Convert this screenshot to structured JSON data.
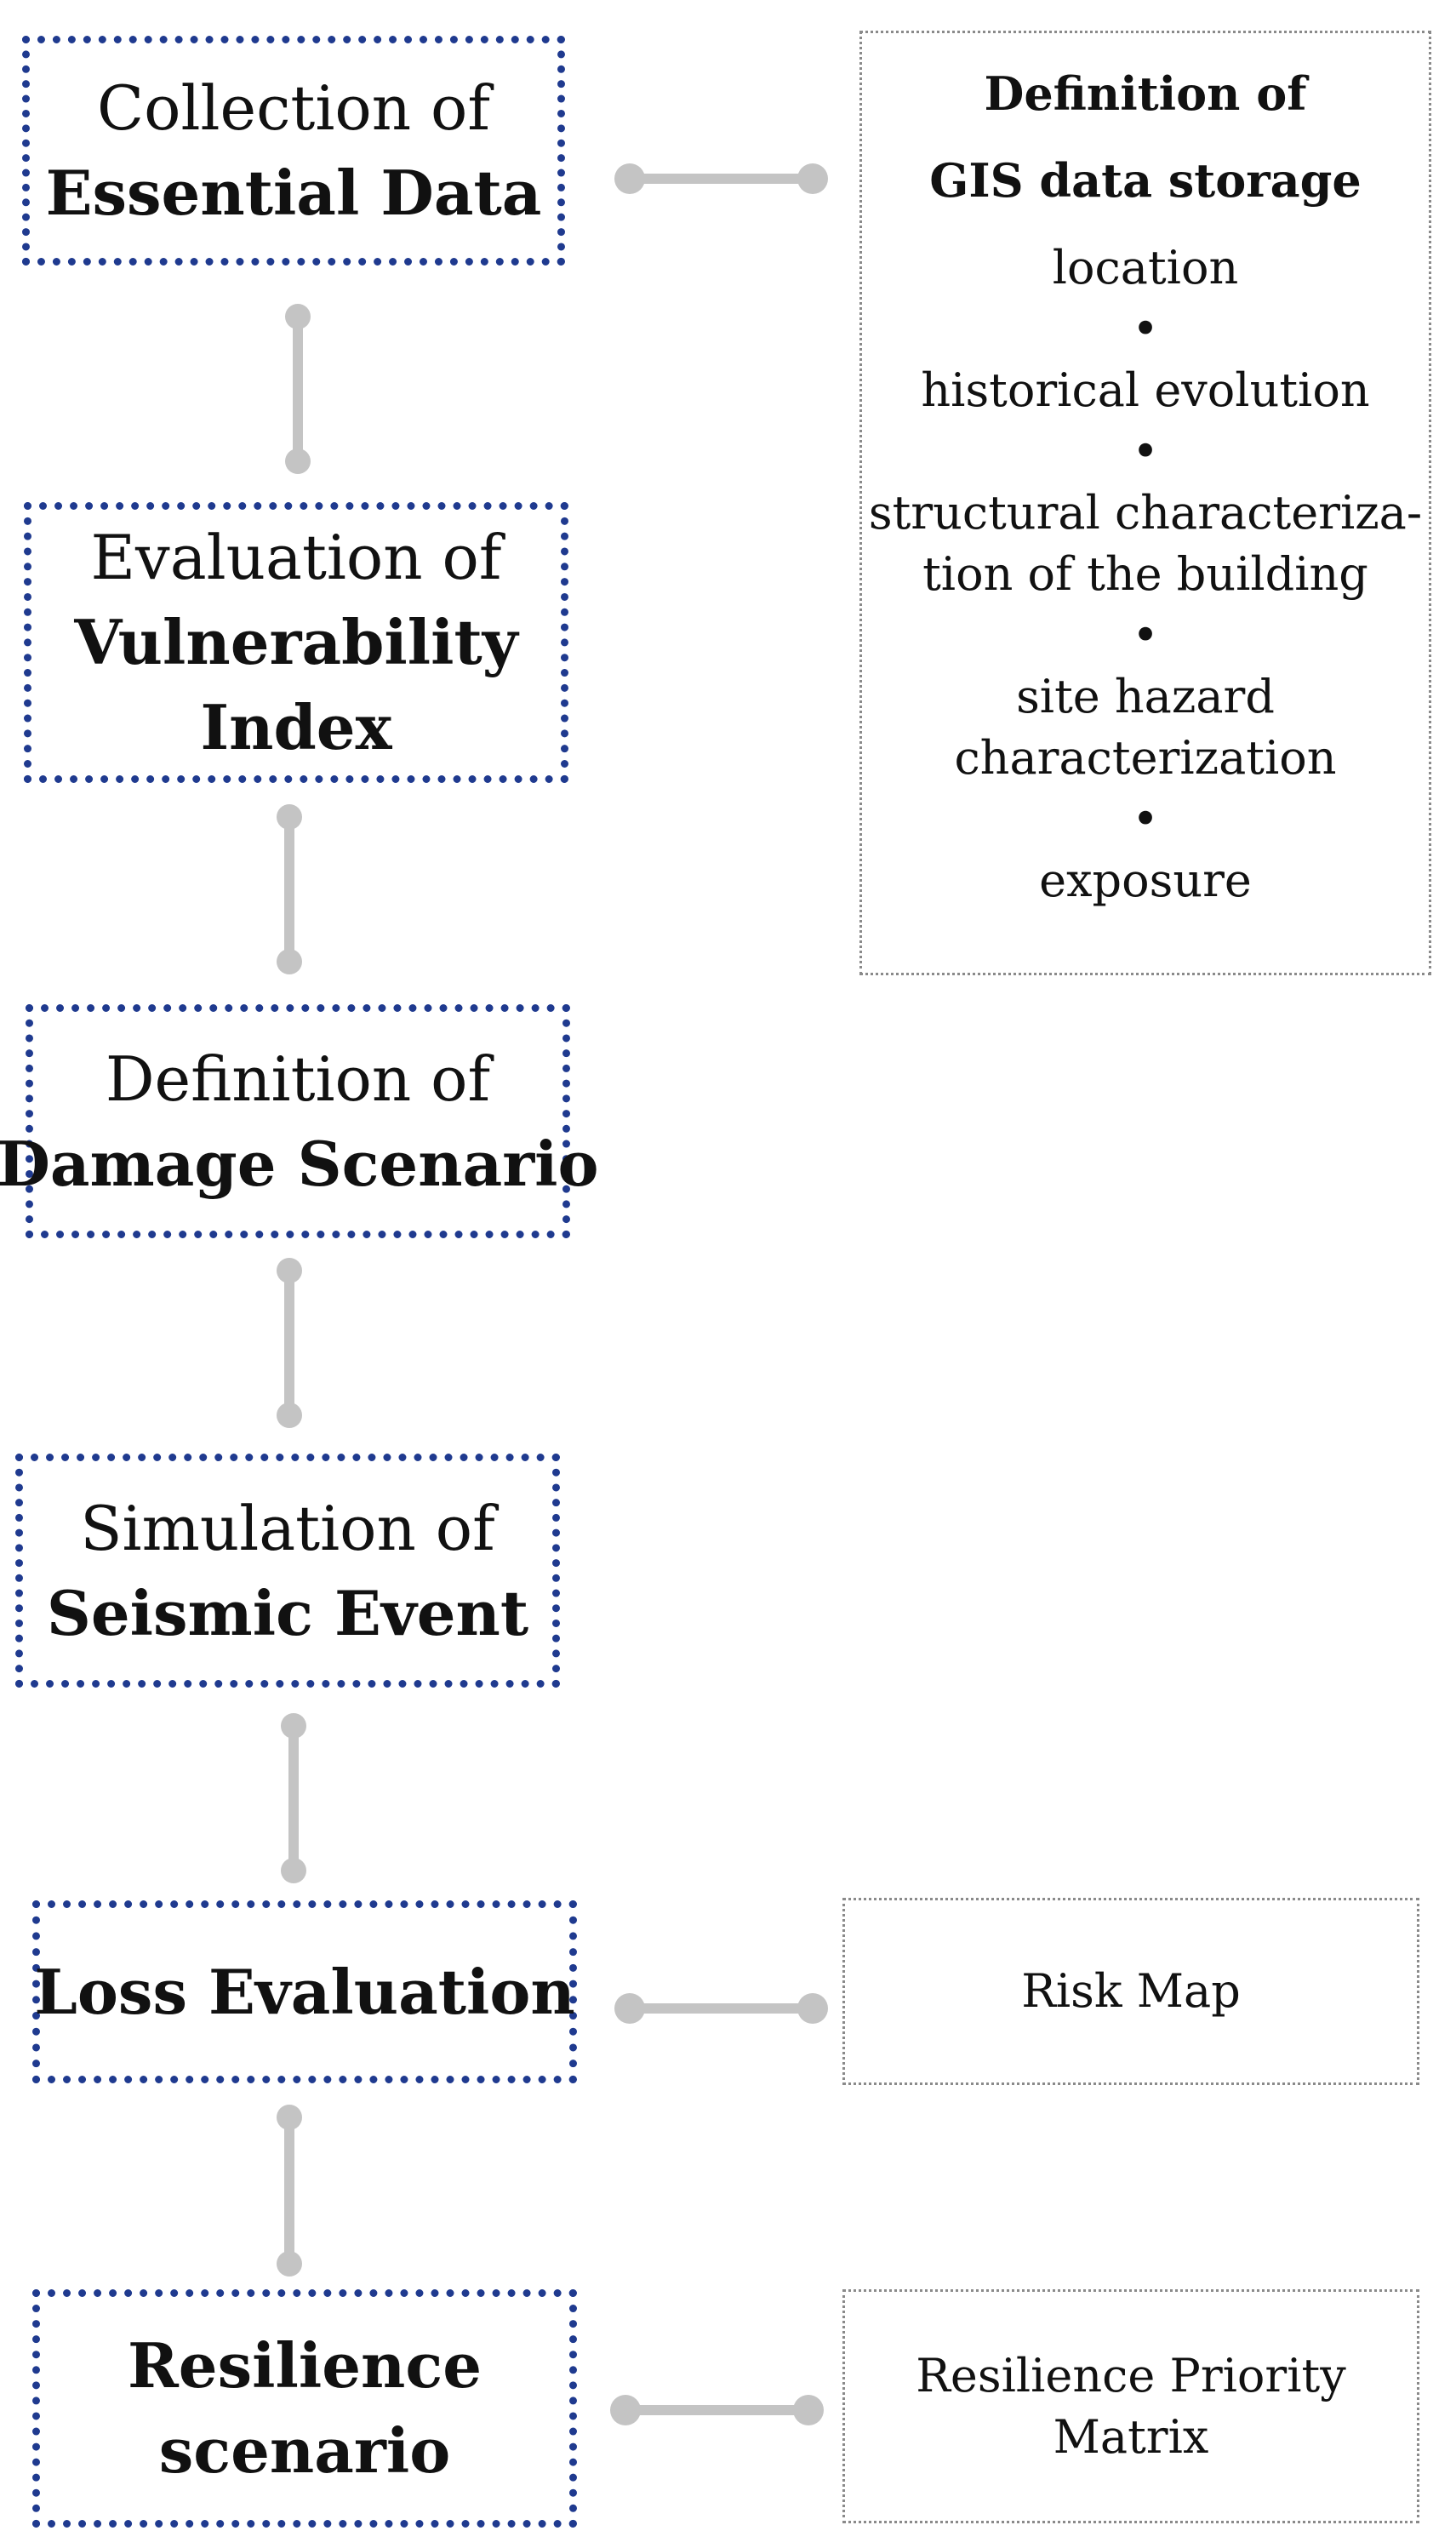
{
  "steps": [
    {
      "id": "essential-data",
      "line1": "Collection of",
      "line2": "Essential Data"
    },
    {
      "id": "vulnerability",
      "line1": "Evaluation of",
      "line2": "Vulnerability",
      "line3": "Index"
    },
    {
      "id": "damage-scenario",
      "line1": "Definition of",
      "line2": "Damage Scenario"
    },
    {
      "id": "seismic-event",
      "line1": "Simulation of",
      "line2": "Seismic Event"
    },
    {
      "id": "loss-evaluation",
      "line1": "Loss Evaluation"
    },
    {
      "id": "resilience",
      "line1": "Resilience",
      "line2": "scenario"
    }
  ],
  "gis_box": {
    "title_line1": "Definition of",
    "title_line2": "GIS data storage",
    "items": [
      "location",
      "historical evolution",
      "structural characteriza-",
      "tion of the building",
      "site hazard",
      "characterization",
      "exposure"
    ],
    "bullet": "•"
  },
  "risk_map": {
    "label": "Risk Map"
  },
  "priority_matrix": {
    "line1": "Resilience Priority",
    "line2": "Matrix"
  },
  "colors": {
    "step_border": "#1f3a8f",
    "info_border": "#8a8a8a",
    "connector": "#c4c4c4"
  }
}
